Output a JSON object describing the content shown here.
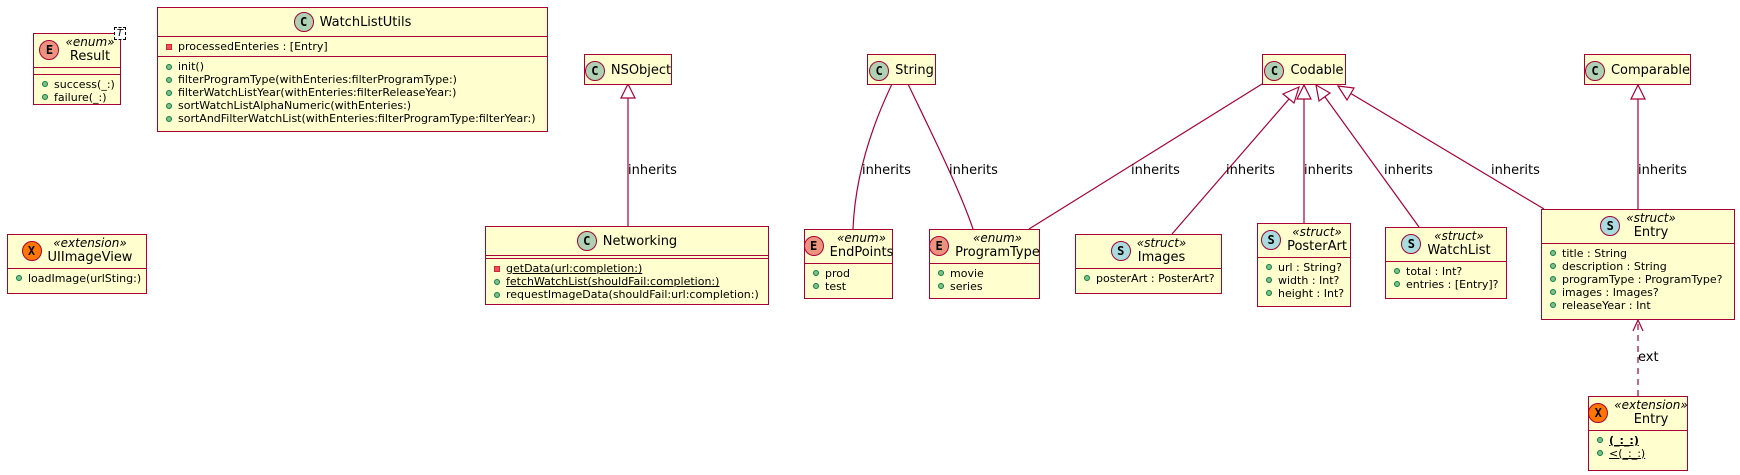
{
  "classes": {
    "result": {
      "badge": "E",
      "stereotype": "«enum»",
      "name": "Result",
      "generic": "T",
      "members": [
        [
          "+",
          "success(_:)"
        ],
        [
          "+",
          "failure(_:)"
        ]
      ]
    },
    "watchlistutils": {
      "badge": "C",
      "stereotype": "",
      "name": "WatchListUtils",
      "fields": [
        [
          "-",
          "processedEnteries : [Entry]"
        ]
      ],
      "members": [
        [
          "+",
          "init()"
        ],
        [
          "+",
          "filterProgramType(withEnteries:filterProgramType:)"
        ],
        [
          "+",
          "filterWatchListYear(withEnteries:filterReleaseYear:)"
        ],
        [
          "+",
          "sortWatchListAlphaNumeric(withEnteries:)"
        ],
        [
          "+",
          "sortAndFilterWatchList(withEnteries:filterProgramType:filterYear:)"
        ]
      ]
    },
    "uiimageview": {
      "badge": "X",
      "stereotype": "«extension»",
      "name": "UIImageView",
      "members": [
        [
          "+",
          "loadImage(urlSting:)"
        ]
      ]
    },
    "nsobject": {
      "badge": "C",
      "name": "NSObject"
    },
    "string": {
      "badge": "C",
      "name": "String"
    },
    "codable": {
      "badge": "C",
      "name": "Codable"
    },
    "comparable": {
      "badge": "C",
      "name": "Comparable"
    },
    "networking": {
      "badge": "C",
      "stereotype": "",
      "name": "Networking",
      "members": [
        [
          "-",
          "getData(url:completion:)"
        ],
        [
          "+",
          "fetchWatchList(shouldFail:completion:)"
        ],
        [
          "+",
          "requestImageData(shouldFail:url:completion:)"
        ]
      ]
    },
    "endpoints": {
      "badge": "E",
      "stereotype": "«enum»",
      "name": "EndPoints",
      "members": [
        [
          "+",
          "prod"
        ],
        [
          "+",
          "test"
        ]
      ]
    },
    "programtype": {
      "badge": "E",
      "stereotype": "«enum»",
      "name": "ProgramType",
      "members": [
        [
          "+",
          "movie"
        ],
        [
          "+",
          "series"
        ]
      ]
    },
    "images": {
      "badge": "S",
      "stereotype": "«struct»",
      "name": "Images",
      "members": [
        [
          "+",
          "posterArt : PosterArt?"
        ]
      ]
    },
    "posterart": {
      "badge": "S",
      "stereotype": "«struct»",
      "name": "PosterArt",
      "members": [
        [
          "+",
          "url : String?"
        ],
        [
          "+",
          "width : Int?"
        ],
        [
          "+",
          "height : Int?"
        ]
      ]
    },
    "watchlist": {
      "badge": "S",
      "stereotype": "«struct»",
      "name": "WatchList",
      "members": [
        [
          "+",
          "total : Int?"
        ],
        [
          "+",
          "entries : [Entry]?"
        ]
      ]
    },
    "entry": {
      "badge": "S",
      "stereotype": "«struct»",
      "name": "Entry",
      "members": [
        [
          "+",
          "title : String"
        ],
        [
          "+",
          "description : String"
        ],
        [
          "+",
          "programType : ProgramType?"
        ],
        [
          "+",
          "images : Images?"
        ],
        [
          "+",
          "releaseYear : Int"
        ]
      ]
    },
    "entryext": {
      "badge": "X",
      "stereotype": "«extension»",
      "name": "Entry",
      "members": [
        [
          "+",
          "(_:_:)"
        ],
        [
          "+",
          "<(_:_:)"
        ]
      ]
    }
  },
  "edge_labels": {
    "inherits": "inherits",
    "ext": "ext"
  },
  "colors": {
    "box_fill": "#fefece",
    "border": "#a80036",
    "class_badge": "#add1b2",
    "enum_badge": "#eb937f",
    "struct_badge": "#a9dcdf",
    "extension_badge": "#ff7700"
  }
}
